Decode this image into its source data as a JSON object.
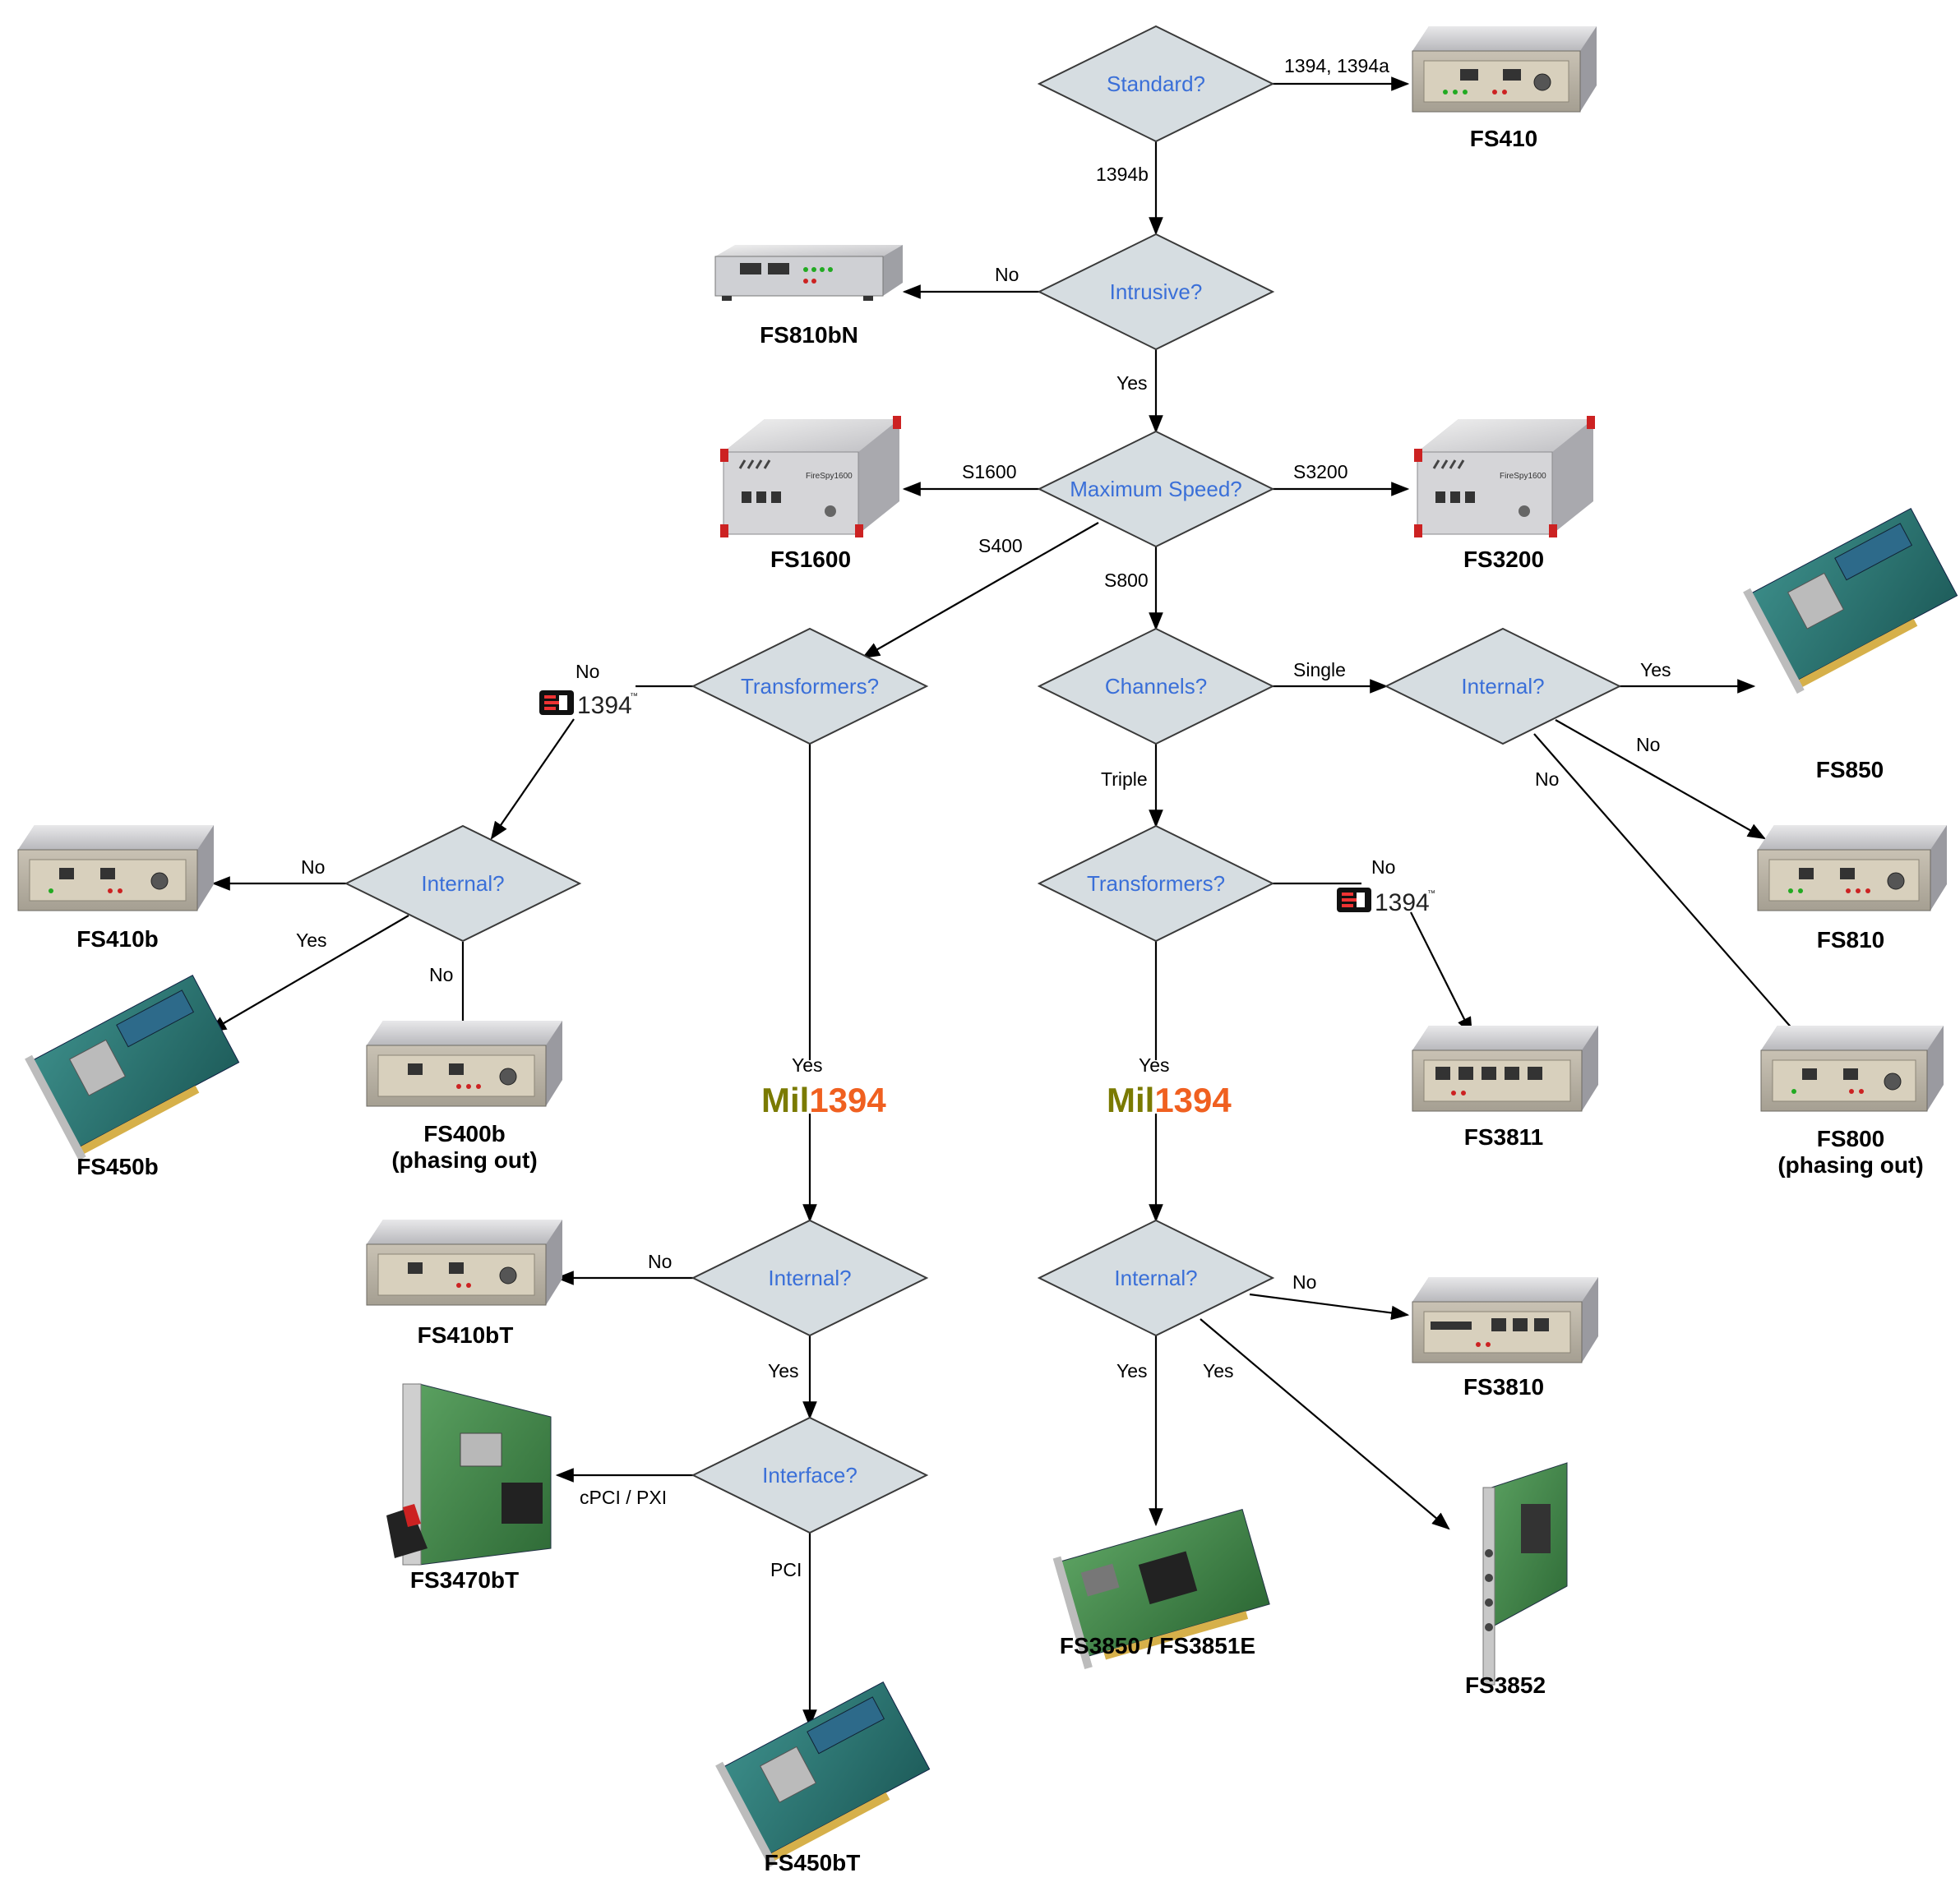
{
  "colors": {
    "diamond_fill": "#d6dde1",
    "diamond_stroke": "#3a3a3a",
    "question_text": "#3a6fd8",
    "line": "#000000",
    "mil_green": "#7a7a00",
    "mil_orange": "#f06020"
  },
  "questions": {
    "standard": "Standard?",
    "intrusive": "Intrusive?",
    "max_speed": "Maximum Speed?",
    "transformers_left": "Transformers?",
    "channels": "Channels?",
    "internal_right_top": "Internal?",
    "internal_left": "Internal?",
    "transformers_mid": "Transformers?",
    "internal_mil_left": "Internal?",
    "internal_mil_right": "Internal?",
    "interface": "Interface?"
  },
  "edges": {
    "std_1394a": "1394, 1394a",
    "std_1394b": "1394b",
    "intrusive_no": "No",
    "intrusive_yes": "Yes",
    "speed_s1600": "S1600",
    "speed_s3200": "S3200",
    "speed_s400": "S400",
    "speed_s800": "S800",
    "transformers_left_no": "No",
    "transformers_left_yes": "Yes",
    "channels_single": "Single",
    "channels_triple": "Triple",
    "internal_rt_yes": "Yes",
    "internal_rt_no_1": "No",
    "internal_rt_no_2": "No",
    "internal_left_no": "No",
    "internal_left_yes": "Yes",
    "internal_left_no_2": "No",
    "transformers_mid_no": "No",
    "transformers_mid_yes": "Yes",
    "internal_mil_left_no": "No",
    "internal_mil_left_yes": "Yes",
    "interface_cpci": "cPCI / PXI",
    "interface_pci": "PCI",
    "internal_mil_right_no": "No",
    "internal_mil_right_yes_1": "Yes",
    "internal_mil_right_yes_2": "Yes"
  },
  "logos": {
    "i1394": "1394",
    "mil_prefix": "Mil",
    "mil_suffix": "1394"
  },
  "products": {
    "fs410": "FS410",
    "fs810bn": "FS810bN",
    "fs1600": "FS1600",
    "fs3200": "FS3200",
    "fs850": "FS850",
    "fs810": "FS810",
    "fs800": "FS800",
    "fs800_note": "(phasing out)",
    "fs410b": "FS410b",
    "fs450b": "FS450b",
    "fs400b": "FS400b",
    "fs400b_note": "(phasing out)",
    "fs3811": "FS3811",
    "fs410bt": "FS410bT",
    "fs3470bt": "FS3470bT",
    "fs450bt": "FS450bT",
    "fs3810": "FS3810",
    "fs3850": "FS3850 / FS3851E",
    "fs3852": "FS3852"
  },
  "device_labels": {
    "firespy": "FireSpy1600"
  }
}
